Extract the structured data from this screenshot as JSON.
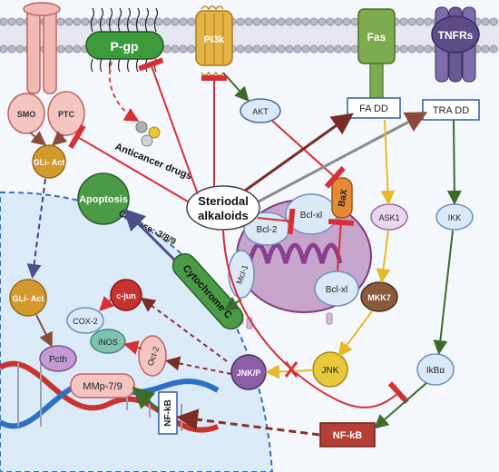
{
  "diagram": {
    "labels": {
      "smo": "SMO",
      "ptc": "PTC",
      "pgp": "P-gp",
      "pi3k": "PI3k",
      "fas": "Fas",
      "tnfrs": "TNFRs",
      "akt": "AKT",
      "fadd": "FA DD",
      "tradd": "TRA DD",
      "gli_act_upper": "GLi- Act",
      "gli_act_lower": "GLi- Act",
      "apoptosis": "Apoptosis",
      "anticancer_drugs": "Anticancer drugs",
      "steroidal_alkaloids": [
        "Steriodal",
        "alkaloids"
      ],
      "caspase": "Caspase:-3/8/9",
      "bax": "BaX",
      "bcl2": "Bcl-2",
      "bclxl_top": "Bcl-xl",
      "bclxl_mid": "Bcl-xl",
      "mcl1": "Mcl-1",
      "ask1": "ASK1",
      "ikk": "IKK",
      "mkk7": "MKK7",
      "cytochrome_c": "Cytochrome C",
      "c_jun": "c-jun",
      "cox2": "COX-2",
      "inos": "iNOS",
      "pcth": "Pcth",
      "oct2": "Oct-2",
      "jnkp": "JNK/P",
      "jnk": "JNK",
      "ikba": "IkBα",
      "mmp": "MMp-7/9",
      "nfkb_dna": "NF-kB",
      "nfkb": "NF-kB"
    },
    "colors": {
      "membrane": "#c9ccd6",
      "pgp": "#3e9b3c",
      "pi3k": "#e3b445",
      "fas": "#7dab4f",
      "tnfrs": "#5d4c86",
      "inhibit_red": "#d62f35",
      "activate_dark_red": "#7c2c26",
      "yellow_arrow": "#e6b92a",
      "green_arrow": "#3d6b2c",
      "gli": "#d29a2c",
      "mito": "#9c4e9c",
      "nucleus": "#daeaf6"
    }
  }
}
